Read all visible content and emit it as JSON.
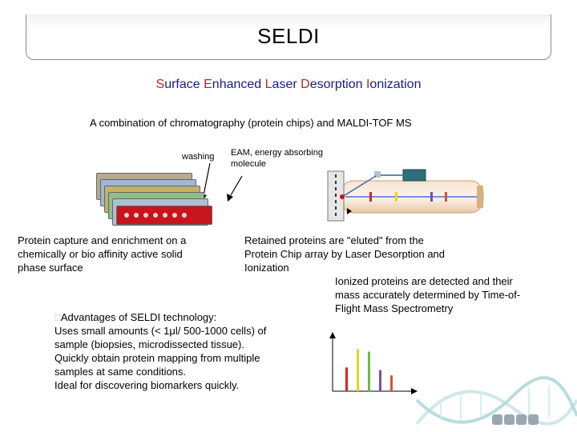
{
  "header": {
    "title": "SELDI"
  },
  "subtitle": {
    "words": [
      {
        "cap": "S",
        "rest": "urface"
      },
      {
        "cap": "E",
        "rest": "nhanced"
      },
      {
        "cap": "L",
        "rest": "aser"
      },
      {
        "cap": "D",
        "rest": "esorption"
      },
      {
        "cap": "I",
        "rest": "onization"
      }
    ]
  },
  "intro": "A combination of chromatography (protein chips) and MALDI-TOF MS",
  "labels": {
    "washing": "washing",
    "eam_line1": "EAM, energy absorbing",
    "eam_line2": "molecule"
  },
  "capture": {
    "line1": "Protein capture and enrichment on a",
    "line2": "chemically or bio affinity active solid",
    "line3": "phase surface"
  },
  "retained": {
    "line1": "Retained proteins are \"eluted\" from the",
    "line2": "Protein Chip array by Laser Desorption and",
    "line3": "Ionization"
  },
  "detected": {
    "line1": "Ionized proteins are detected and their",
    "line2": "mass accurately determined by Time-of-",
    "line3": "Flight Mass Spectrometry"
  },
  "advantages": {
    "bullet": "□",
    "heading": "Advantages of SELDI technology:",
    "line1": "Uses small amounts (< 1μl/ 500-1000 cells) of",
    "line2": "sample (biopsies, microdissected tissue).",
    "line3": "Quickly obtain protein mapping from multiple",
    "line4": "samples at same conditions.",
    "line5": "Ideal for discovering biomarkers quickly."
  },
  "chip_colors": [
    "#b9a98c",
    "#9db7d6",
    "#c6b06a",
    "#8fbf88",
    "#a7c4cf",
    "#c8141c"
  ],
  "spectrum": {
    "peaks": [
      {
        "color": "#d02a1e",
        "level": 0.45
      },
      {
        "color": "#e8d41e",
        "level": 0.8
      },
      {
        "color": "#68bd45",
        "level": 0.75
      },
      {
        "color": "#7a4fa8",
        "level": 0.4
      },
      {
        "color": "#d4572c",
        "level": 0.3
      }
    ]
  },
  "logo_letters": [
    "",
    "",
    "",
    ""
  ]
}
